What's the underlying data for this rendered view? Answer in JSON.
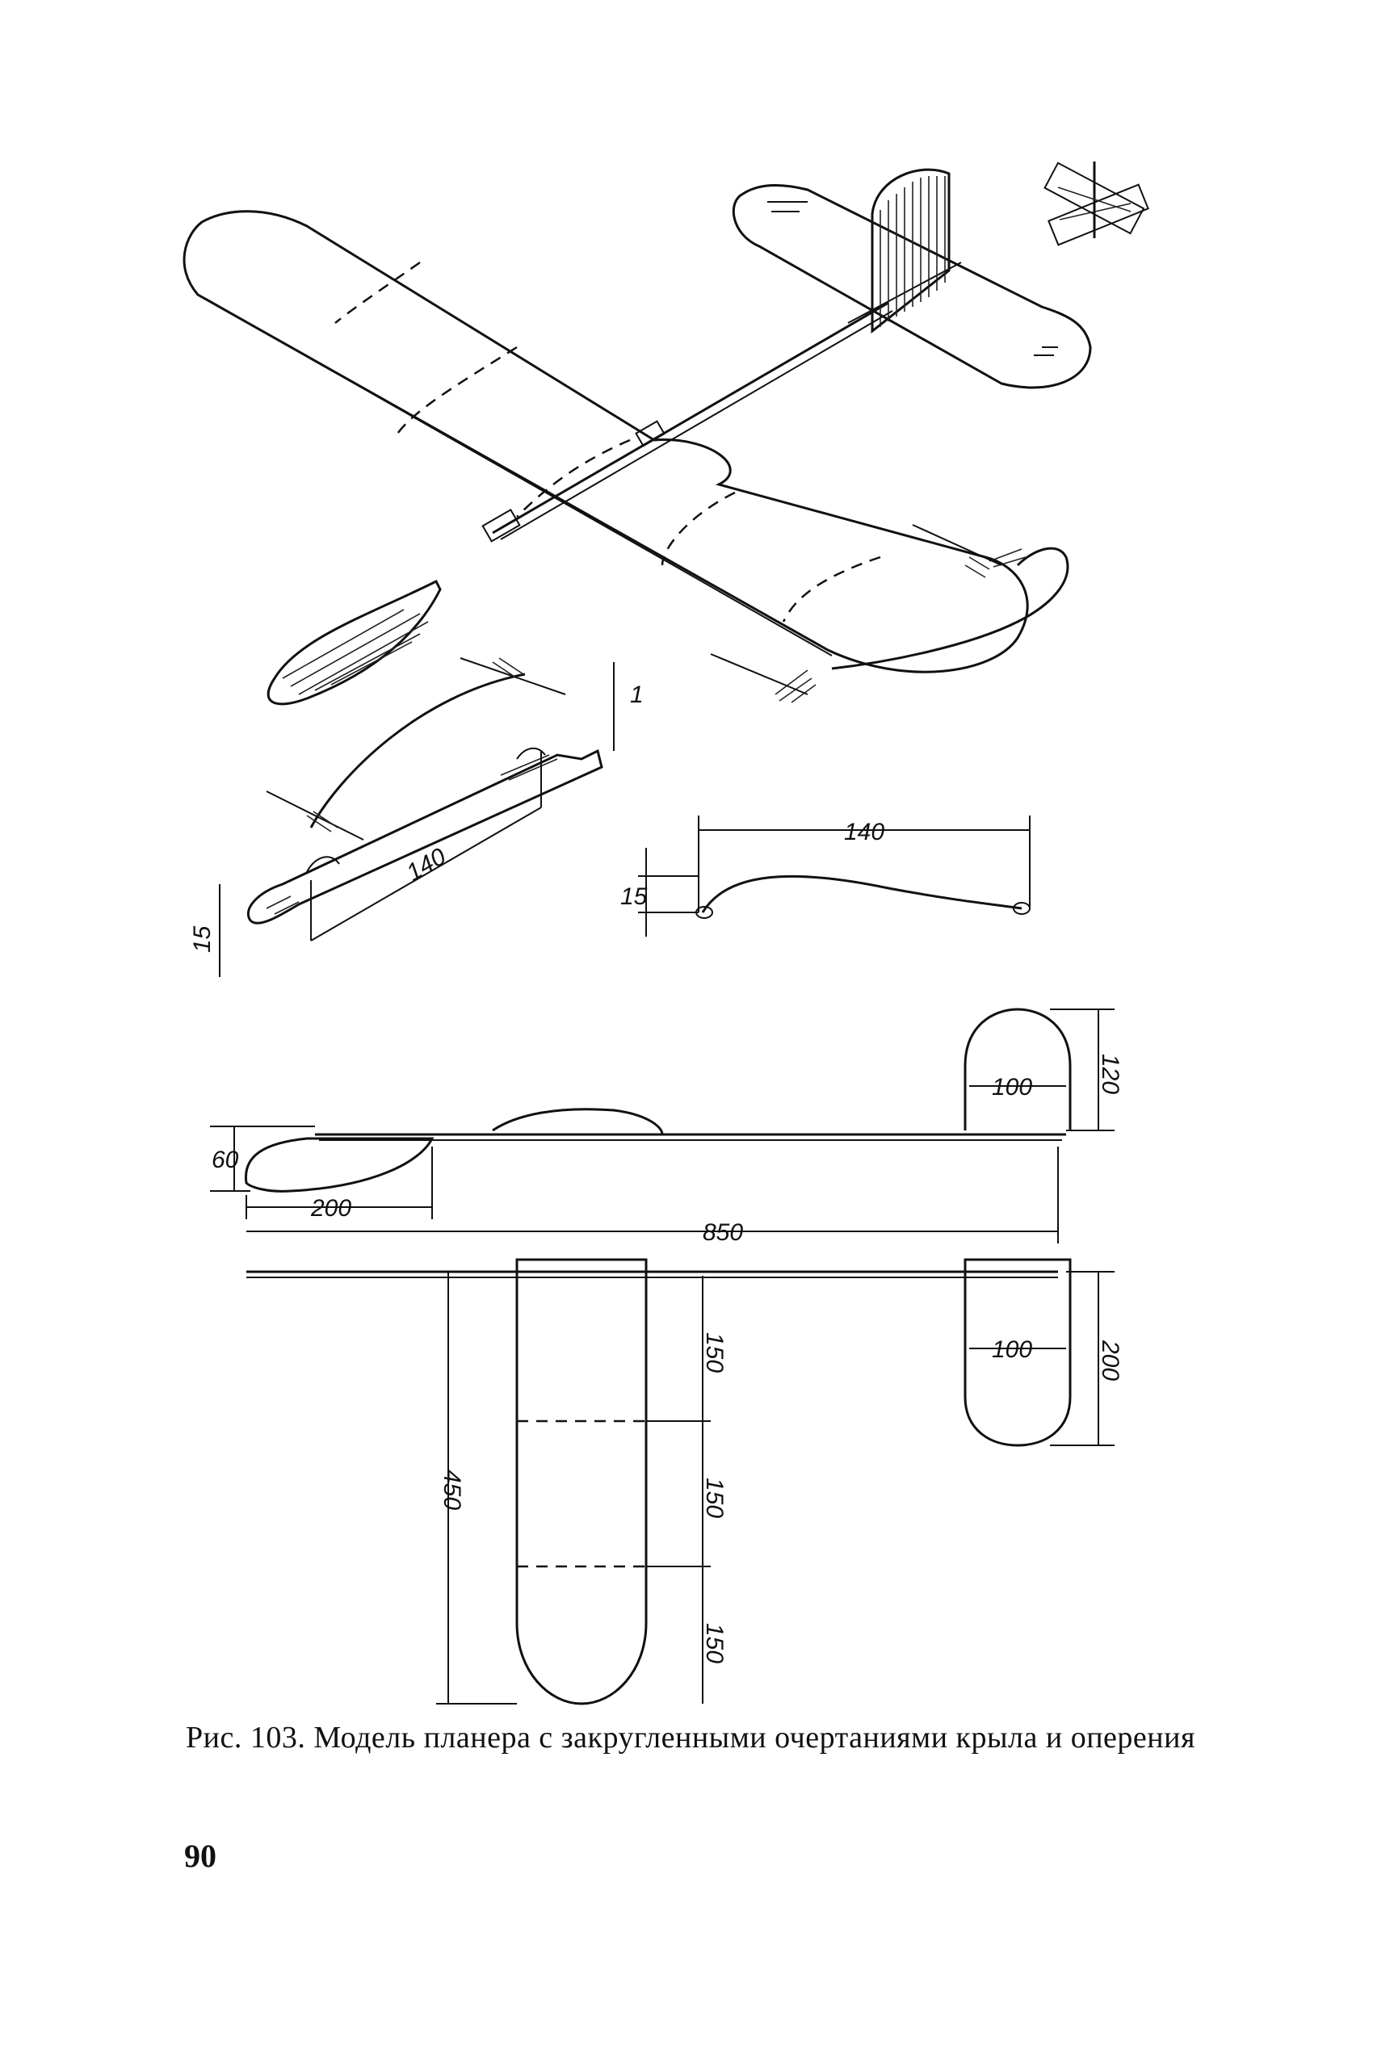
{
  "figure": {
    "caption": "Рис. 103. Модель планера с закругленными очертаниями крыла и оперения",
    "page_number": "90",
    "dimensions": {
      "fuselage_detail_height": "1",
      "fuselage_detail_length": "140",
      "fuselage_detail_nose_height": "15",
      "wire_skid_length": "140",
      "wire_skid_height": "15",
      "fin_chord": "100",
      "fin_height": "120",
      "nose_height": "60",
      "nose_length": "200",
      "overall_length": "850",
      "wing_section_1": "150",
      "wing_section_2": "150",
      "wing_section_3": "150",
      "wing_half_span": "450",
      "stabilizer_chord": "100",
      "stabilizer_span": "200"
    }
  }
}
